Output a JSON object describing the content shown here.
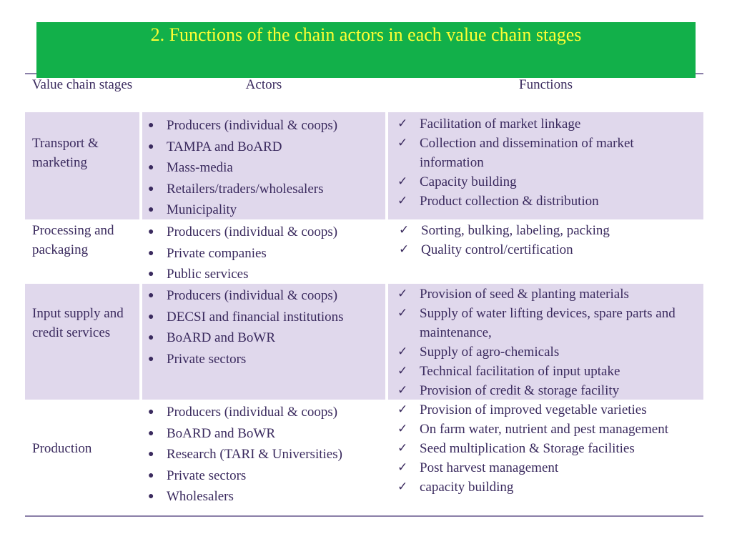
{
  "title": "2. Functions of the chain actors in each value chain stages",
  "headers": {
    "stage": "Value chain stages",
    "actors": "Actors",
    "functions": "Functions"
  },
  "rows": [
    {
      "stage": "Transport & marketing",
      "actors": [
        "Producers (individual & coops)",
        "TAMPA and BoARD",
        "Mass-media",
        "Retailers/traders/wholesalers",
        "Municipality"
      ],
      "functions": [
        "Facilitation of market linkage",
        "Collection and dissemination of market information",
        "Capacity building",
        "Product collection & distribution"
      ]
    },
    {
      "stage": "Processing and packaging",
      "actors": [
        "Producers (individual & coops)",
        "Private companies",
        "Public services"
      ],
      "functions": [
        "Sorting, bulking, labeling, packing",
        "Quality control/certification"
      ]
    },
    {
      "stage": "Input supply and credit services",
      "actors": [
        "Producers (individual & coops)",
        "DECSI and financial institutions",
        "BoARD and BoWR",
        "Private sectors"
      ],
      "functions": [
        "Provision of seed & planting materials",
        "Supply of water lifting devices, spare parts and maintenance,",
        "Supply of agro-chemicals",
        "Technical facilitation of input uptake",
        "Provision of credit & storage facility"
      ]
    },
    {
      "stage": "Production",
      "actors": [
        "Producers (individual & coops)",
        "BoARD and BoWR",
        "Research (TARI & Universities)",
        "Private sectors",
        "Wholesalers"
      ],
      "functions": [
        "Provision of improved vegetable varieties",
        "On farm water, nutrient and pest management",
        "Seed multiplication & Storage facilities",
        "Post harvest management",
        "capacity building"
      ]
    }
  ],
  "icons": {
    "bullet": "bullet-icon",
    "check": "checkmark-icon"
  },
  "colors": {
    "title_background": "#12b04a",
    "title_text": "#ffff33",
    "band_shade": "#e0d8ec",
    "text": "#3a2a5e"
  }
}
